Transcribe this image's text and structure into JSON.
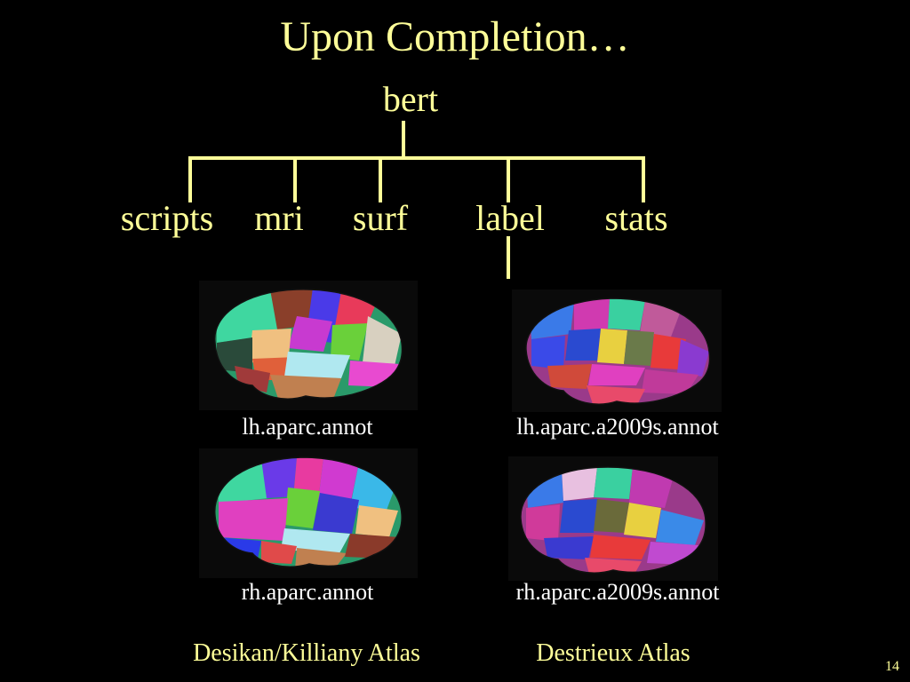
{
  "slide": {
    "title": "Upon Completion…",
    "page_number": "14"
  },
  "tree": {
    "root": "bert",
    "children": [
      "scripts",
      "mri",
      "surf",
      "label",
      "stats"
    ]
  },
  "annotations": {
    "lh_aparc": "lh.aparc.annot",
    "lh_a2009s": "lh.aparc.a2009s.annot",
    "rh_aparc": "rh.aparc.annot",
    "rh_a2009s": "rh.aparc.a2009s.annot"
  },
  "atlases": {
    "desikan": "Desikan/Killiany Atlas",
    "destrieux": "Destrieux Atlas"
  },
  "colors": {
    "text": "#ffff99",
    "caption": "#ffffff",
    "background": "#000000",
    "lines": "#ffff99"
  }
}
